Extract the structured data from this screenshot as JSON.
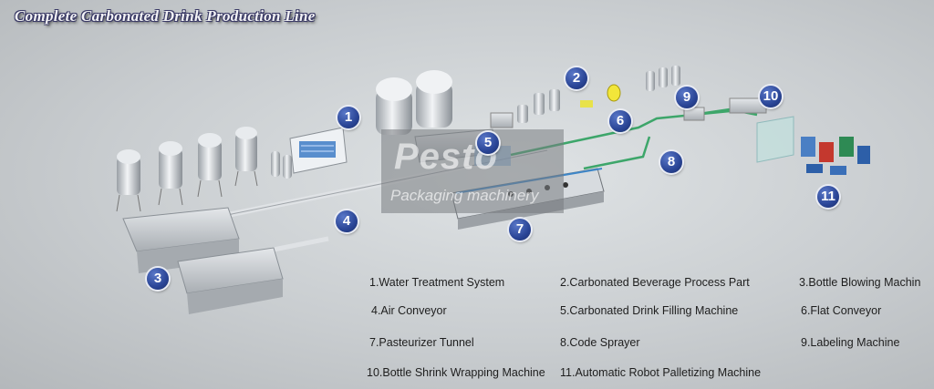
{
  "title": "Complete Carbonated Drink Production Line",
  "watermark": {
    "brand": "Pesto",
    "subtitle": "Packaging machinery"
  },
  "badges": [
    "1",
    "2",
    "3",
    "4",
    "5",
    "6",
    "7",
    "8",
    "9",
    "10",
    "11"
  ],
  "legend": [
    "1.Water Treatment System",
    "2.Carbonated Beverage Process Part",
    "3.Bottle Blowing Machin",
    "4.Air Conveyor",
    "5.Carbonated Drink Filling Machine",
    "6.Flat Conveyor",
    "7.Pasteurizer Tunnel",
    "8.Code Sprayer",
    "9.Labeling Machine",
    "10.Bottle Shrink Wrapping Machine",
    "11.Automatic Robot Palletizing Machine"
  ],
  "colors": {
    "badge": "#2a4596",
    "conveyor": "#3da66a",
    "tank": "#c8cdd2",
    "title_outline": "#3a3a66"
  }
}
